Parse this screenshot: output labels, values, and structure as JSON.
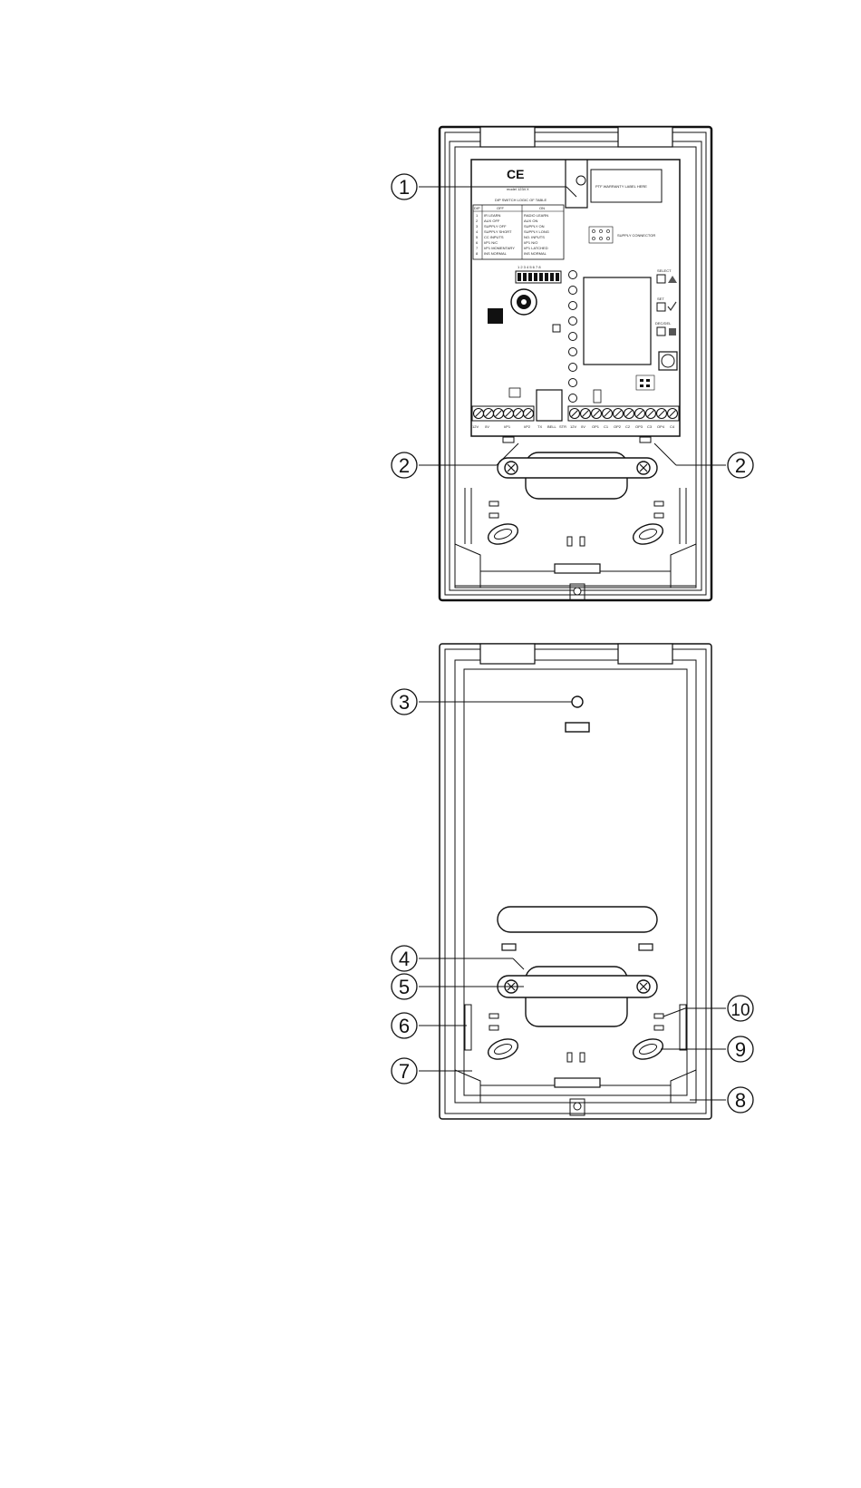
{
  "figure": {
    "ce_mark": "CE",
    "warranty_label": "PTF WARRANTY LABEL HERE",
    "model_line": "model 1234 X",
    "dip_table_title": "DIP SWITCH LOGIC OF TABLE",
    "dip_table_headers": [
      "DIP",
      "OFF",
      "ON"
    ],
    "dip_table_rows": [
      [
        "1",
        "IR LEARN",
        "RADIO LEARN"
      ],
      [
        "2",
        "AUX OFF",
        "AUX ON"
      ],
      [
        "3",
        "SUPPLY OFF",
        "SUPPLY ON"
      ],
      [
        "4",
        "SUPPLY SHORT",
        "SUPPLY LONG"
      ],
      [
        "5",
        "CC INPUTS",
        "NO. INPUTS"
      ],
      [
        "6",
        "I/P1 N/C",
        "I/P1 N/O"
      ],
      [
        "7",
        "I/P1 MOMENTARY",
        "I/P1 LATCHED"
      ],
      [
        "8",
        "INS NORMAL",
        "INS NORMAL"
      ]
    ],
    "supply_connector_label": "SUPPLY CONNECTOR",
    "dip_numbers": "1 2 3 4 5 6 7 8",
    "button_labels": [
      "SELECT",
      "SET",
      "DEC/DEL"
    ],
    "left_terminal_labels": [
      "12V",
      "0V",
      "I/P1",
      "I/P2",
      "TX",
      "BELL",
      "STR"
    ],
    "right_terminal_labels": [
      "12V",
      "0V",
      "OP1",
      "C1",
      "OP2",
      "C2",
      "OP3",
      "C3",
      "OP4",
      "C4"
    ],
    "callouts": [
      {
        "id": "callout-1",
        "label": "1"
      },
      {
        "id": "callout-2a",
        "label": "2"
      },
      {
        "id": "callout-2b",
        "label": "2"
      },
      {
        "id": "callout-3",
        "label": "3"
      },
      {
        "id": "callout-4",
        "label": "4"
      },
      {
        "id": "callout-5",
        "label": "5"
      },
      {
        "id": "callout-6",
        "label": "6"
      },
      {
        "id": "callout-7",
        "label": "7"
      },
      {
        "id": "callout-8",
        "label": "8"
      },
      {
        "id": "callout-9",
        "label": "9"
      },
      {
        "id": "callout-10",
        "label": "10"
      }
    ]
  }
}
